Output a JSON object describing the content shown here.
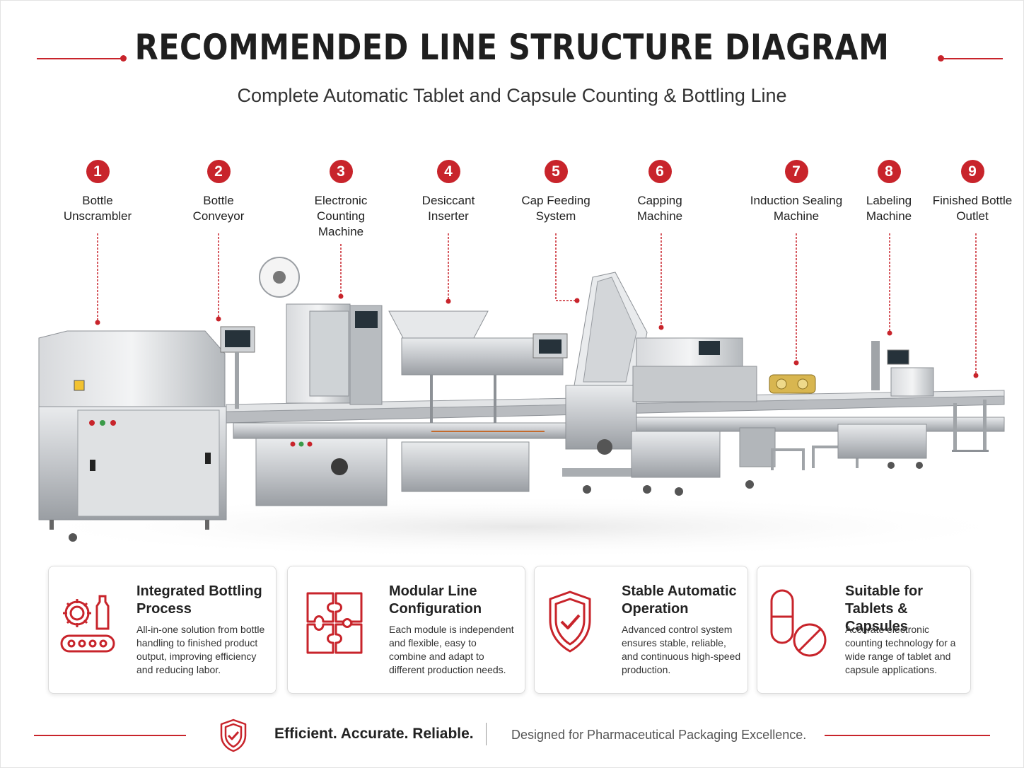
{
  "header": {
    "title": "RECOMMENDED LINE STRUCTURE DIAGRAM",
    "subtitle": "Complete Automatic Tablet and Capsule Counting & Bottling Line"
  },
  "colors": {
    "accent": "#c8242b",
    "steel": "#b9bcc0",
    "steel_dark": "#8d9196",
    "text": "#222222"
  },
  "steps": [
    {
      "number": "1",
      "label": "Bottle\nUnscrambler"
    },
    {
      "number": "2",
      "label": "Bottle\nConveyor"
    },
    {
      "number": "3",
      "label": "Electronic\nCounting\nMachine"
    },
    {
      "number": "4",
      "label": "Desiccant\nInserter"
    },
    {
      "number": "5",
      "label": "Cap Feeding\nSystem"
    },
    {
      "number": "6",
      "label": "Capping\nMachine"
    },
    {
      "number": "7",
      "label": "Induction Sealing\nMachine"
    },
    {
      "number": "8",
      "label": "Labeling\nMachine"
    },
    {
      "number": "9",
      "label": "Finished Bottle\nOutlet"
    }
  ],
  "features": [
    {
      "icon": "gear-bottle-conveyor-icon",
      "title": "Integrated Bottling\nProcess",
      "text": "All-in-one solution from bottle handling to finished product output, improving efficiency and reducing labor."
    },
    {
      "icon": "puzzle-icon",
      "title": "Modular Line\nConfiguration",
      "text": "Each module is independent and flexible, easy to combine and adapt to different production needs."
    },
    {
      "icon": "shield-check-icon",
      "title": "Stable Automatic\nOperation",
      "text": "Advanced control system ensures stable, reliable, and continuous high-speed production."
    },
    {
      "icon": "capsule-tablet-icon",
      "title": "Suitable for\nTablets & Capsules",
      "text": "Accurate electronic counting technology for a wide range of tablet and capsule applications."
    }
  ],
  "footer": {
    "tagline": "Efficient. Accurate. Reliable.",
    "note": "Designed for Pharmaceutical Packaging Excellence."
  }
}
